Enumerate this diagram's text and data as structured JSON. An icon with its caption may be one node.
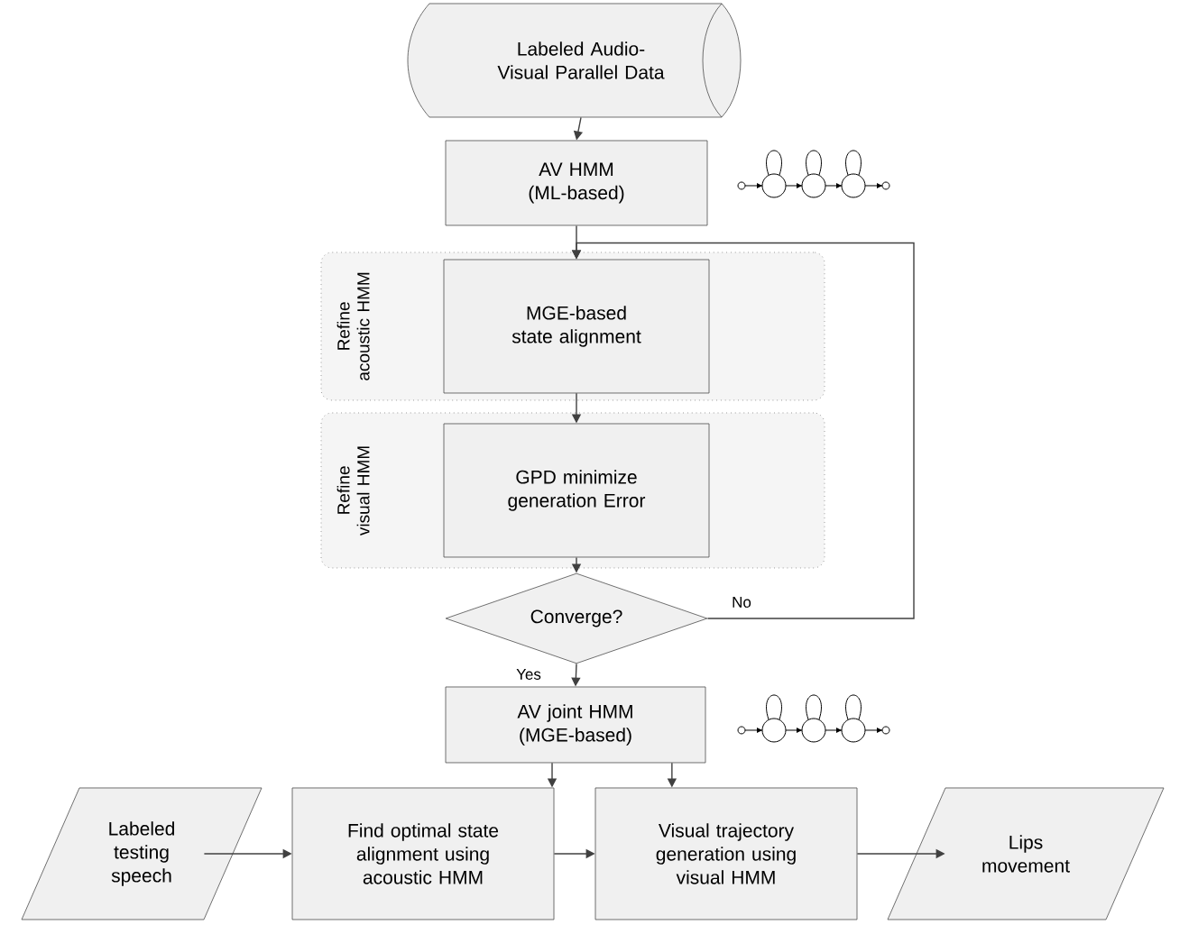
{
  "diagram": {
    "nodes": [
      {
        "text": [
          "Labeled Audio-Visual Parallel Data"
        ]
      },
      {
        "text": [
          "AV HMM (ML-based)"
        ]
      },
      {
        "text": [
          "Refine acoustic HMM"
        ]
      },
      {
        "text": [
          "MGE-based state alignment"
        ],
        "in": 2
      },
      {
        "text": [
          "Refine visual HMM"
        ]
      },
      {
        "text": [
          "GPD minimize generation Error"
        ],
        "in": 4
      },
      {
        "text": [
          "Converge?"
        ]
      },
      {
        "text": [
          "AV joint HMM (MGE-based)"
        ]
      },
      {
        "text": [
          "Labeled testing speech"
        ]
      },
      {
        "text": [
          "Find optimal state alignment using acoustic HMM"
        ]
      },
      {
        "text": [
          "Visual trajectory generation using visual HMM"
        ]
      },
      {
        "text": [
          "Lips movement"
        ]
      }
    ],
    "edges": [
      {
        "from": 0,
        "to": 1,
        "arrow": "to"
      },
      {
        "from": 1,
        "to": 3,
        "arrow": "to"
      },
      {
        "from": 3,
        "to": 5,
        "arrow": "to"
      },
      {
        "from": 5,
        "to": 6,
        "arrow": "to"
      },
      {
        "from": 6,
        "to": 3,
        "arrow": "to",
        "label": "No"
      },
      {
        "from": 6,
        "to": 7,
        "arrow": "to",
        "label": "Yes"
      },
      {
        "from": 7,
        "to": 9,
        "arrow": "to"
      },
      {
        "from": 7,
        "to": 10,
        "arrow": "to"
      },
      {
        "from": 8,
        "to": 9,
        "arrow": "to"
      },
      {
        "from": 9,
        "to": 10,
        "arrow": "to"
      },
      {
        "from": 10,
        "to": 11,
        "arrow": "to"
      }
    ]
  }
}
